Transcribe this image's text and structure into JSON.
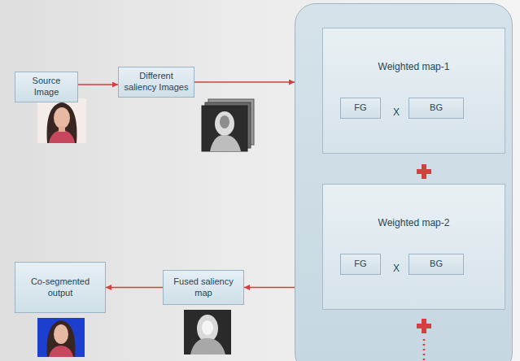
{
  "diagram": {
    "nodes": [
      {
        "text": [
          "Source Image"
        ]
      },
      {
        "text": [
          "Different saliency Images"
        ]
      },
      {
        "text": []
      },
      {
        "text": [
          "Weighted map-1"
        ],
        "in": 2
      },
      {
        "text": [
          "FG"
        ],
        "in": 3
      },
      {
        "text": [
          "BG"
        ],
        "in": 3
      },
      {
        "text": [
          "Weighted map-2"
        ],
        "in": 2
      },
      {
        "text": [
          "FG"
        ],
        "in": 6
      },
      {
        "text": [
          "BG"
        ],
        "in": 6
      },
      {
        "text": [
          "Co-segmented output"
        ]
      },
      {
        "text": [
          "Fused saliency map"
        ]
      }
    ],
    "edges": [
      {
        "from": 0,
        "to": 1,
        "arrow": "to"
      },
      {
        "from": 1,
        "to": 2,
        "arrow": "to"
      },
      {
        "from": 2,
        "to": 10,
        "arrow": "to"
      },
      {
        "from": 10,
        "to": 9,
        "arrow": "to"
      }
    ],
    "labels": [
      "X",
      "X"
    ]
  }
}
